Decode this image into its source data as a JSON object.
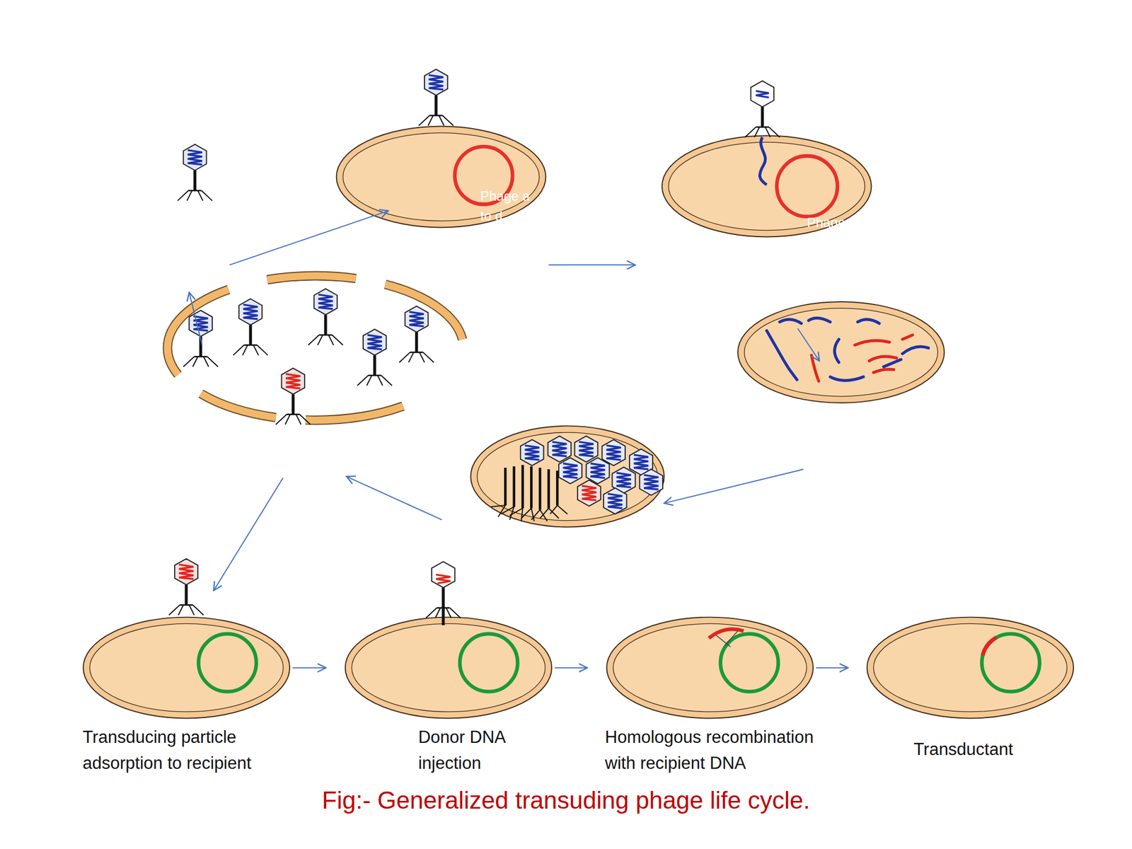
{
  "diagram": {
    "caption": "Fig:- Generalized transuding phage life cycle.",
    "nodes": [
      {
        "text": [
          "Transducing particle adsorption to recipient"
        ]
      },
      {
        "text": [
          "Donor DNA injection"
        ]
      },
      {
        "text": [
          "Homologous recombination with recipient DNA"
        ]
      },
      {
        "text": [
          "Transductant"
        ]
      }
    ],
    "edges": [
      {
        "from": 0,
        "to": 1,
        "arrow": "to"
      },
      {
        "from": 1,
        "to": 2,
        "arrow": "to"
      },
      {
        "from": 2,
        "to": 3,
        "arrow": "to"
      }
    ],
    "labels": [
      "Phage a",
      "to d",
      "Phage"
    ]
  }
}
